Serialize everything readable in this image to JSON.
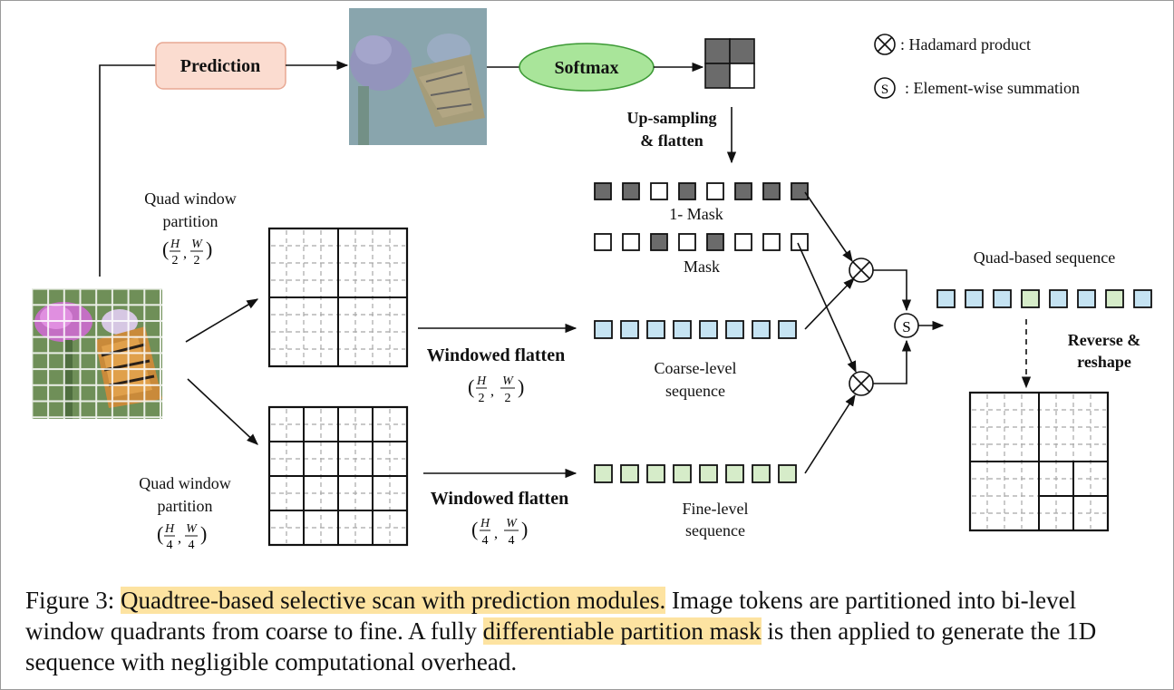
{
  "legend": {
    "hadamard": ": Hadamard product",
    "summation": ": Element-wise summation",
    "summation_symbol": "S"
  },
  "top": {
    "prediction": "Prediction",
    "softmax": "Softmax",
    "upsampling_line1": "Up-sampling",
    "upsampling_line2": "& flatten"
  },
  "left": {
    "quad_upper_line1": "Quad window",
    "quad_upper_line2": "partition",
    "quad_upper_num1": "H",
    "quad_upper_den1": "2",
    "quad_upper_num2": "W",
    "quad_upper_den2": "2",
    "quad_lower_line1": "Quad window",
    "quad_lower_line2": "partition",
    "quad_lower_num1": "H",
    "quad_lower_den1": "4",
    "quad_lower_num2": "W",
    "quad_lower_den2": "4"
  },
  "middle": {
    "windowed_flatten_upper": "Windowed flatten",
    "windowed_flatten_lower": "Windowed flatten",
    "upper_num1": "H",
    "upper_den1": "2",
    "upper_num2": "W",
    "upper_den2": "2",
    "lower_num1": "H",
    "lower_den1": "4",
    "lower_num2": "W",
    "lower_den2": "4"
  },
  "sequences": {
    "one_minus_mask": "1- Mask",
    "mask": "Mask",
    "coarse_line1": "Coarse-level",
    "coarse_line2": "sequence",
    "fine_line1": "Fine-level",
    "fine_line2": "sequence",
    "quad_based": "Quad-based sequence",
    "one_minus_mask_pattern": [
      1,
      1,
      0,
      1,
      0,
      1,
      1,
      1
    ],
    "mask_pattern": [
      0,
      0,
      1,
      0,
      1,
      0,
      0,
      0
    ],
    "quad_based_pattern": [
      "b",
      "b",
      "b",
      "g",
      "b",
      "b",
      "g",
      "b"
    ]
  },
  "right": {
    "reverse_line1": "Reverse &",
    "reverse_line2": "reshape"
  },
  "caption": {
    "prefix": "Figure 3: ",
    "highlight1": "Quadtree-based selective scan with prediction modules.",
    "mid1": " Image tokens are partitioned into bi-level window quadrants from coarse to fine. A fully ",
    "highlight2": "differentiable partition mask",
    "tail": " is then applied to generate the 1D sequence with negligible computational overhead."
  },
  "colors": {
    "coarse_fill": "#c5e3f2",
    "fine_fill": "#d6ecc9",
    "mask_dark": "#6b6b6b",
    "prediction_fill": "#fbdcd0",
    "prediction_stroke": "#e8a893",
    "softmax_fill": "#a9e59a",
    "softmax_stroke": "#3d9a36",
    "highlight": "#fde3a1"
  }
}
